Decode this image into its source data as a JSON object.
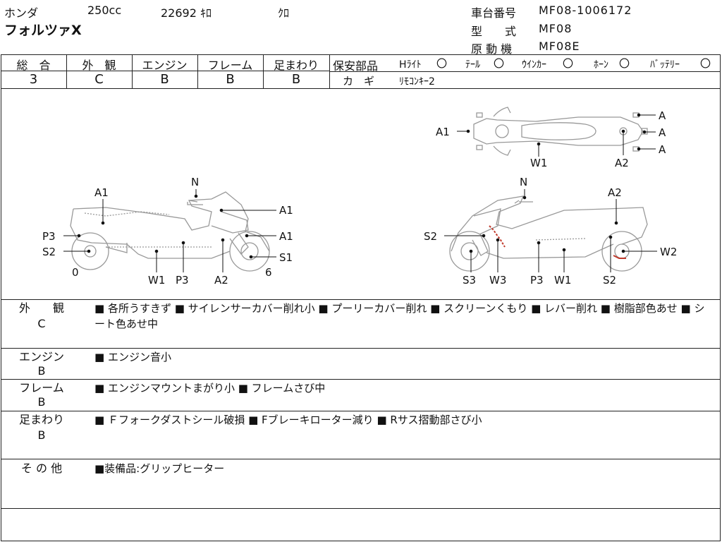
{
  "header": {
    "maker": "ホンダ",
    "displacement": "250cc",
    "mileage": "22692 ｷﾛ",
    "color": "ｸﾛ",
    "model_name": "フォルツァX",
    "frame_no_label": "車台番号",
    "frame_no": "MF08-1006172",
    "type_label": "型　　式",
    "type": "MF08",
    "engine_label": "原 動 機",
    "engine": "MF08E"
  },
  "grades": {
    "overall_label": "総　合",
    "overall": "3",
    "exterior_label": "外　観",
    "exterior": "C",
    "engine_label": "エンジン",
    "engine": "B",
    "frame_label": "フレーム",
    "frame": "B",
    "suspension_label": "足まわり",
    "suspension": "B"
  },
  "safety": {
    "label": "保安部品",
    "headlight": "Hﾗｲﾄ",
    "headlight_mark": "〇",
    "taillight": "ﾃｰﾙ",
    "taillight_mark": "〇",
    "winker": "ｳｲﾝｶｰ",
    "winker_mark": "〇",
    "horn": "ﾎｰﾝ",
    "horn_mark": "〇",
    "battery": "ﾊﾞｯﾃﾘｰ",
    "battery_mark": "〇",
    "key_label": "カ　ギ",
    "key_value": "ﾘﾓｺﾝｷｰ2"
  },
  "diagram": {
    "top_view": {
      "front": "A1",
      "right": [
        "A",
        "A",
        "A"
      ],
      "bottom": [
        "W1",
        "A2"
      ]
    },
    "left_view": {
      "top": "N",
      "a1_top": "A1",
      "a1_right": "A1",
      "a1_right2": "A1",
      "p3": "P3",
      "s2": "S2",
      "s1": "S1",
      "zero": "0",
      "six": "6",
      "bottom": [
        "W1",
        "P3",
        "A2"
      ]
    },
    "right_view": {
      "top": "N",
      "a2": "A2",
      "s2": "S2",
      "w2": "W2",
      "bottom": [
        "S3",
        "W3",
        "P3",
        "W1",
        "S2"
      ]
    }
  },
  "sections": [
    {
      "label": "外　　観",
      "grade": "C",
      "text": "■ 各所うすきず ■ サイレンサーカバー削れ小 ■ プーリーカバー削れ ■ スクリーンくもり ■ レバー削れ ■ 樹脂部色あせ ■ シート色あせ中"
    },
    {
      "label": "エンジン",
      "grade": "B",
      "text": "■ エンジン音小"
    },
    {
      "label": "フレーム",
      "grade": "B",
      "text": "■ エンジンマウントまがり小 ■ フレームさび中"
    },
    {
      "label": "足まわり",
      "grade": "B",
      "text": "■ Ｆフォークダストシール破損 ■ Fブレーキローター減り ■ Rサス摺動部さび小"
    },
    {
      "label": "そ の 他",
      "grade": "",
      "text": "■装備品:グリップヒーター"
    }
  ]
}
